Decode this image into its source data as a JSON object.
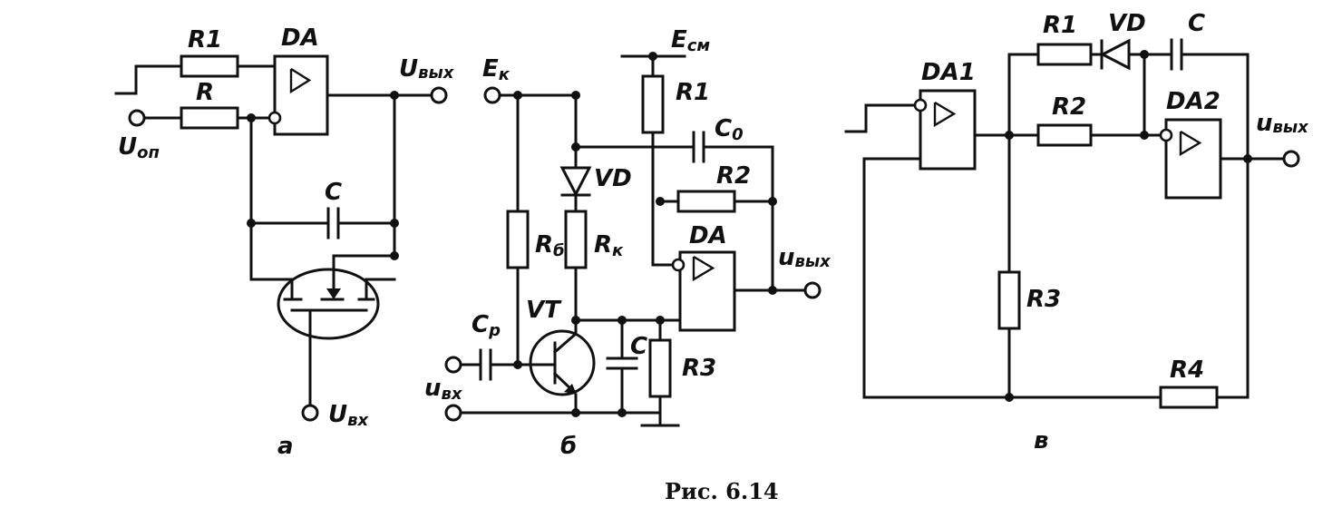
{
  "figure": {
    "caption": "Рис. 6.14",
    "panel_a": {
      "panel_label": "а",
      "R1": "R1",
      "R": "R",
      "C": "C",
      "DA": "DA",
      "u_out_main": "U",
      "u_out_sub": "вых",
      "u_op_main": "U",
      "u_op_sub": "оп",
      "u_in_main": "U",
      "u_in_sub": "вх"
    },
    "panel_b": {
      "panel_label": "б",
      "Ek_main": "E",
      "Ek_sub": "к",
      "Esm_main": "E",
      "Esm_sub": "см",
      "R1": "R1",
      "C0_main": "C",
      "C0_sub": "0",
      "VD": "VD",
      "R2": "R2",
      "DA": "DA",
      "Rb_main": "R",
      "Rb_sub": "б",
      "Rk_main": "R",
      "Rk_sub": "к",
      "u_out_main": "u",
      "u_out_sub": "вых",
      "Cp_main": "C",
      "Cp_sub": "p",
      "VT": "VT",
      "C": "C",
      "R3": "R3",
      "u_in_main": "u",
      "u_in_sub": "вх"
    },
    "panel_c": {
      "panel_label": "в",
      "R1": "R1",
      "VD": "VD",
      "C": "C",
      "DA1": "DA1",
      "R2": "R2",
      "DA2": "DA2",
      "u_out_main": "u",
      "u_out_sub": "вых",
      "R3": "R3",
      "R4": "R4"
    }
  }
}
